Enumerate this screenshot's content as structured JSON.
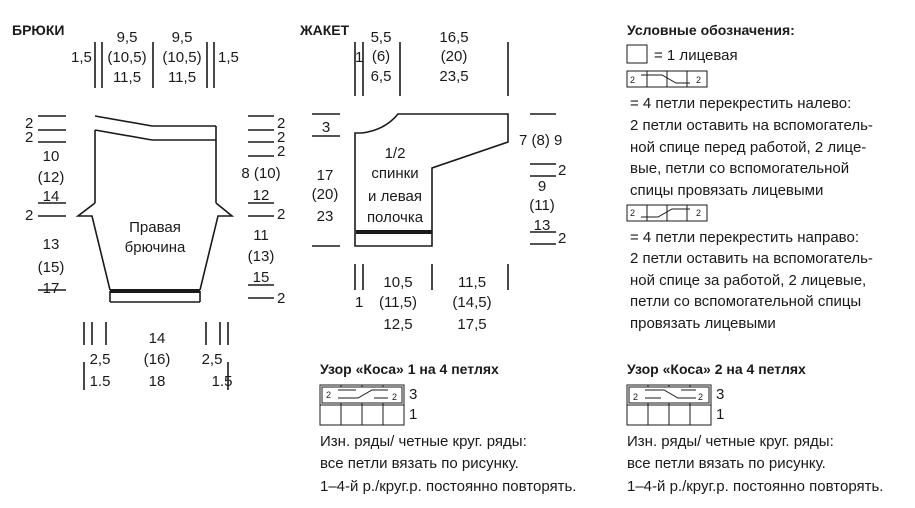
{
  "trousers": {
    "title": "БРЮКИ",
    "piece_label": [
      "Правая",
      "брючина"
    ],
    "top": {
      "left_edge": "1,5",
      "center_a": [
        "9,5",
        "(10,5)",
        "11,5"
      ],
      "center_b": [
        "9,5",
        "(10,5)",
        "11,5"
      ],
      "right_edge": "1,5"
    },
    "left_side": {
      "top_a": "2",
      "top_b": "2",
      "upper": [
        "10",
        "(12)",
        "14"
      ],
      "mid": "2",
      "lower": [
        "13",
        "(15)",
        "17"
      ]
    },
    "right_side": {
      "top_a": "2",
      "top_b": "2",
      "top_c": "2",
      "upper": [
        "8 (10)",
        "12"
      ],
      "mid": "2",
      "lower": [
        "11",
        "(13)",
        "15"
      ],
      "bottom": "2"
    },
    "bottom": {
      "left": [
        "2,5",
        "1.5"
      ],
      "center": [
        "14",
        "(16)",
        "18"
      ],
      "right": [
        "2,5",
        "1.5"
      ]
    }
  },
  "jacket": {
    "title": "ЖАКЕТ",
    "piece_label": [
      "1/2",
      "спинки",
      "и левая",
      "полочка"
    ],
    "top": {
      "left_edge": "1",
      "neck": [
        "5,5",
        "(6)",
        "6,5"
      ],
      "shoulder": [
        "16,5",
        "(20)",
        "23,5"
      ]
    },
    "left_side": {
      "top": "3",
      "body": [
        "17",
        "(20)",
        "23"
      ]
    },
    "right_side": {
      "sleeve": "7 (8) 9",
      "a": "2",
      "body": [
        "9",
        "(11)",
        "13"
      ],
      "b": "2"
    },
    "bottom": {
      "left_edge": "1",
      "a": [
        "10,5",
        "(11,5)",
        "12,5"
      ],
      "b": [
        "11,5",
        "(14,5)",
        "17,5"
      ]
    }
  },
  "legend": {
    "title": "Условные обозначения:",
    "knit": "= 1 лицевая",
    "left_cross_lines": [
      "= 4 петли перекрестить налево:",
      "2 петли оставить на вспомогатель-",
      "ной спице перед работой, 2 лице-",
      "вые, петли со вспомогательной",
      "спицы провязать лицевыми"
    ],
    "right_cross_lines": [
      "= 4 петли перекрестить направо:",
      "2 петли оставить на вспомогатель-",
      "ной спице за работой, 2 лицевые,",
      "петли со вспомогательной спицы",
      "провязать лицевыми"
    ],
    "symbol_num": "2"
  },
  "cable1": {
    "title": "Узор «Коса» 1 на 4 петлях",
    "rows": [
      "3",
      "1"
    ],
    "symbol_num": "2",
    "notes": [
      "Изн. ряды/ четные круг. ряды:",
      "все петли вязать по рисунку.",
      "1–4-й р./круг.р. постоянно повторять."
    ]
  },
  "cable2": {
    "title": "Узор «Коса» 2 на 4 петлях",
    "rows": [
      "3",
      "1"
    ],
    "symbol_num": "2",
    "notes": [
      "Изн. ряды/ четные круг. ряды:",
      "все петли вязать по рисунку.",
      "1–4-й р./круг.р. постоянно повторять."
    ]
  }
}
